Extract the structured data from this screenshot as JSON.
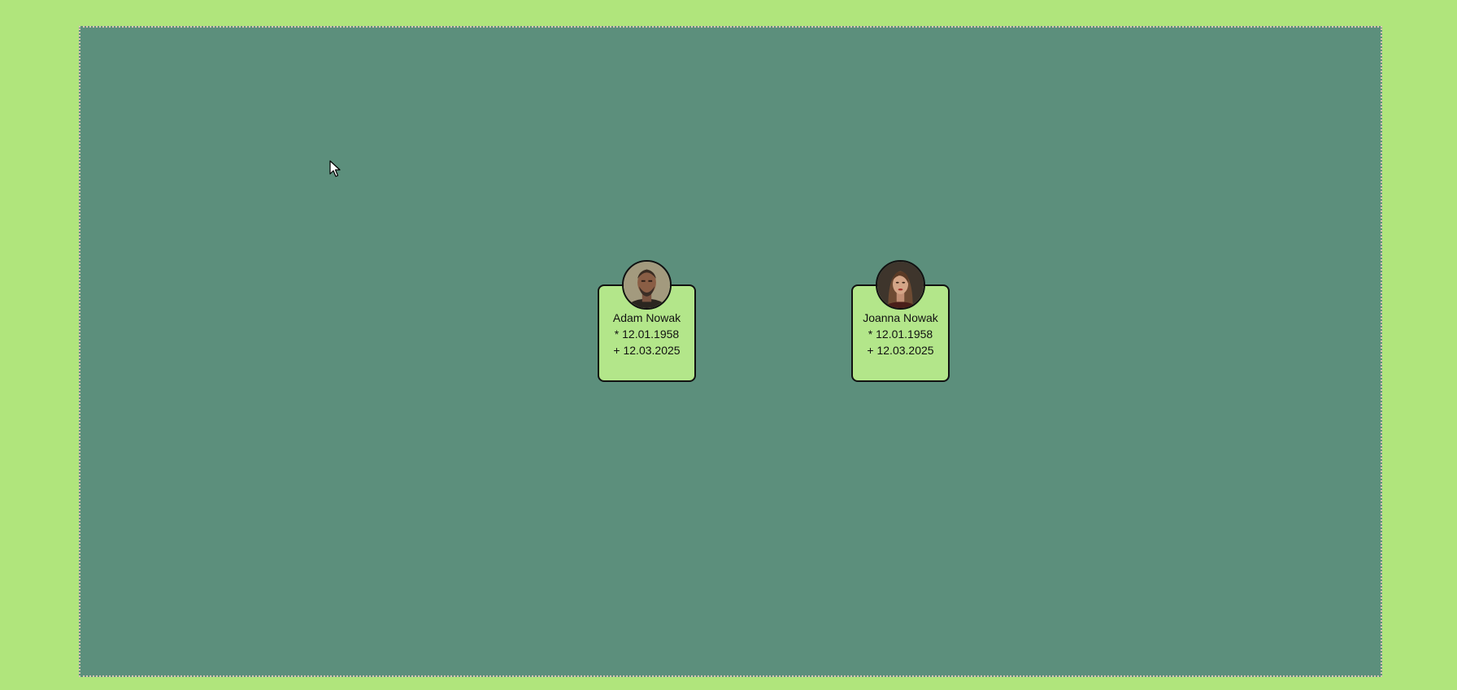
{
  "canvas": {
    "background": "#5c8f7c",
    "page_background": "#b0e57c",
    "card_color": "#b3e68a"
  },
  "people": [
    {
      "name": "Adam Nowak",
      "birth": "* 12.01.1958",
      "death": "+ 12.03.2025",
      "avatar": "portrait-man-icon"
    },
    {
      "name": "Joanna Nowak",
      "birth": "* 12.01.1958",
      "death": "+ 12.03.2025",
      "avatar": "portrait-woman-icon"
    }
  ],
  "cursor": "mouse-pointer-icon"
}
